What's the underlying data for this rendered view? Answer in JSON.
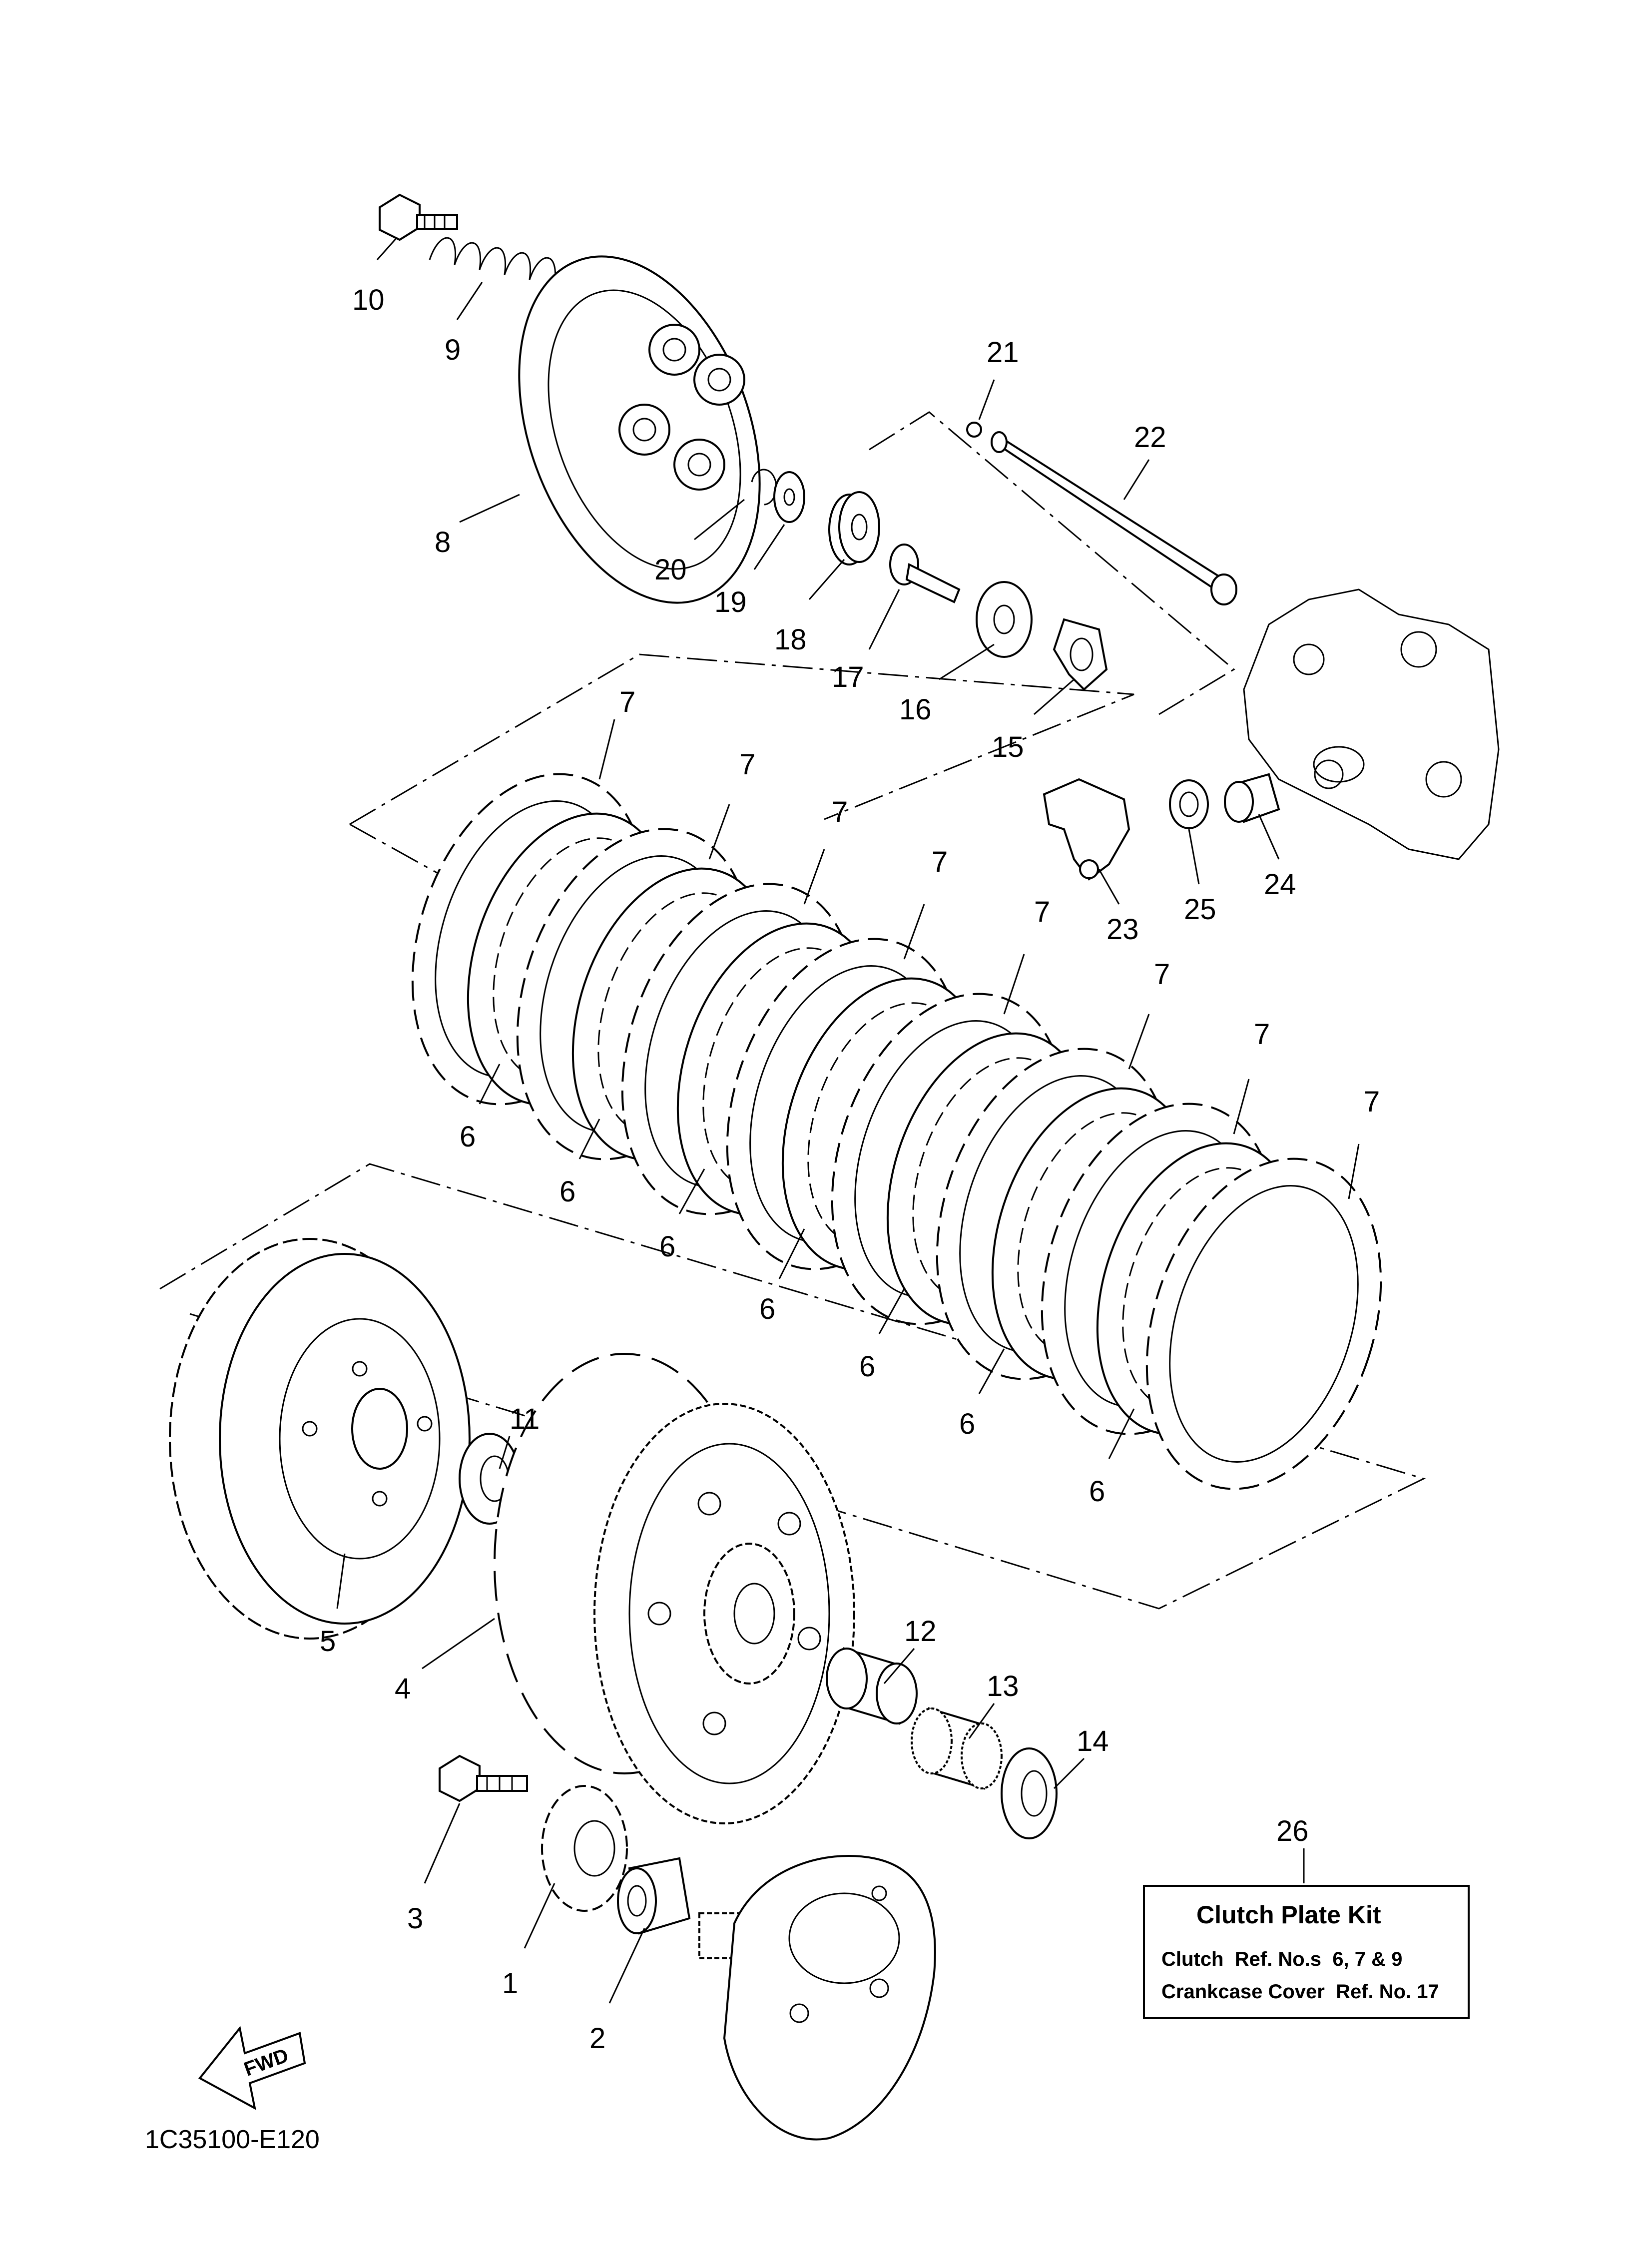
{
  "diagram": {
    "code": "1C35100-E120",
    "fwd_label": "FWD",
    "callouts": {
      "c1": "1",
      "c2": "2",
      "c3": "3",
      "c4": "4",
      "c5": "5",
      "c6a": "6",
      "c6b": "6",
      "c6c": "6",
      "c6d": "6",
      "c6e": "6",
      "c6f": "6",
      "c6g": "6",
      "c7a": "7",
      "c7b": "7",
      "c7c": "7",
      "c7d": "7",
      "c7e": "7",
      "c7f": "7",
      "c7g": "7",
      "c7h": "7",
      "c8": "8",
      "c9": "9",
      "c10": "10",
      "c11": "11",
      "c12": "12",
      "c13": "13",
      "c14": "14",
      "c15": "15",
      "c16": "16",
      "c17": "17",
      "c18": "18",
      "c19": "19",
      "c20": "20",
      "c21": "21",
      "c22": "22",
      "c23": "23",
      "c24": "24",
      "c25": "25",
      "c26": "26"
    },
    "kit_box": {
      "title": "Clutch Plate Kit",
      "line1": "Clutch  Ref. No.s  6, 7 & 9",
      "line2": "Crankcase Cover  Ref. No. 17"
    }
  }
}
